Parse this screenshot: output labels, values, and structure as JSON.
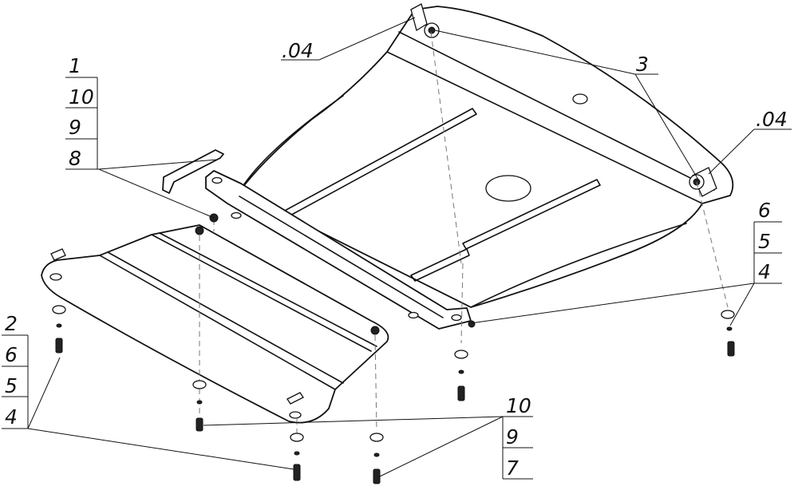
{
  "callouts": {
    "a04_top": ".04",
    "a04_right": ".04",
    "p3": "3",
    "left_stack": [
      "1",
      "10",
      "9",
      "8"
    ],
    "left_bottom_stack": [
      "2",
      "6",
      "5",
      "4"
    ],
    "right_stack": [
      "6",
      "5",
      "4"
    ],
    "bottom_stack": [
      "10",
      "9",
      "7"
    ]
  },
  "colors": {
    "line": "#111111",
    "background": "#ffffff",
    "centerline": "#777777"
  }
}
